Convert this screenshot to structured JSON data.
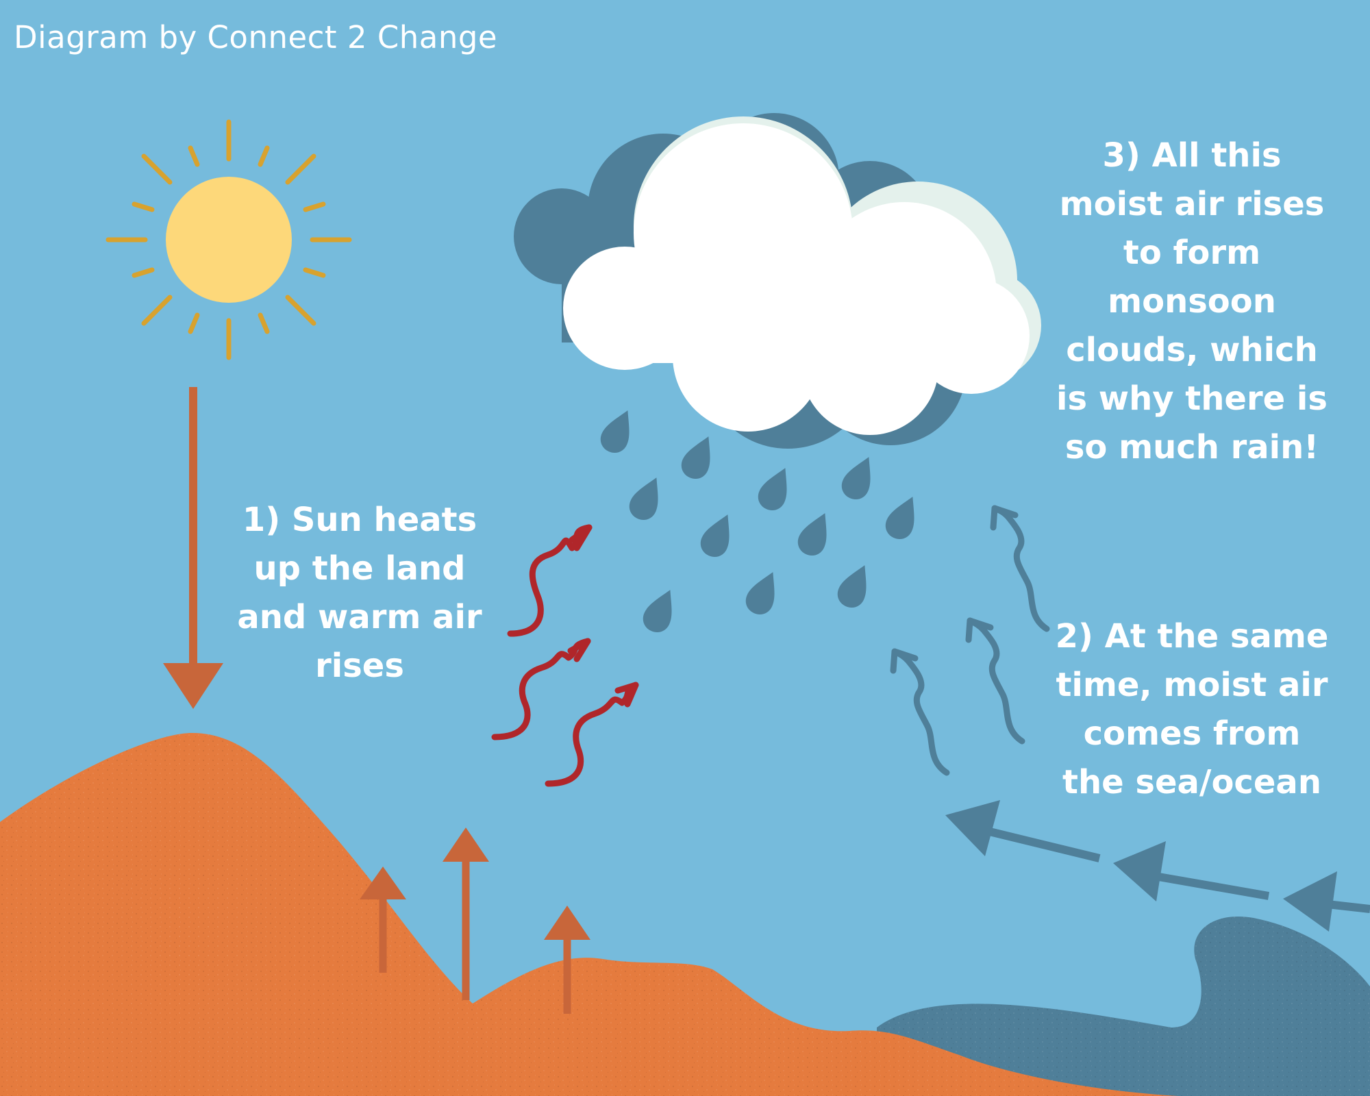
{
  "credit": "Diagram by Connect 2 Change",
  "steps": [
    {
      "id": "step1",
      "lines": [
        "1) Sun heats",
        "up the land",
        "and warm air",
        "rises"
      ]
    },
    {
      "id": "step2",
      "lines": [
        "2) At the same",
        "time, moist air",
        "comes from",
        "the sea/ocean"
      ]
    },
    {
      "id": "step3",
      "lines": [
        "3) All this",
        "moist air rises",
        "to form",
        "monsoon",
        "clouds, which",
        "is why there is",
        "so much rain!"
      ]
    }
  ],
  "colors": {
    "sky": "#76bbdc",
    "land": "#e57b3e",
    "sea": "#4f7f99",
    "sun": "#fdd87a",
    "sun_rays": "#d8a22e",
    "heat_arrows": "#c8663a",
    "warm_air": "#b0262a",
    "moist_air": "#4f7f99",
    "raindrops": "#4f7f99",
    "cloud_front": "#ffffff",
    "cloud_mid": "#e4f1ec",
    "cloud_back": "#4f7f99"
  },
  "icons": {
    "sun": "sun-icon",
    "cloud": "cloud-icon",
    "raindrop": "raindrop-icon"
  }
}
